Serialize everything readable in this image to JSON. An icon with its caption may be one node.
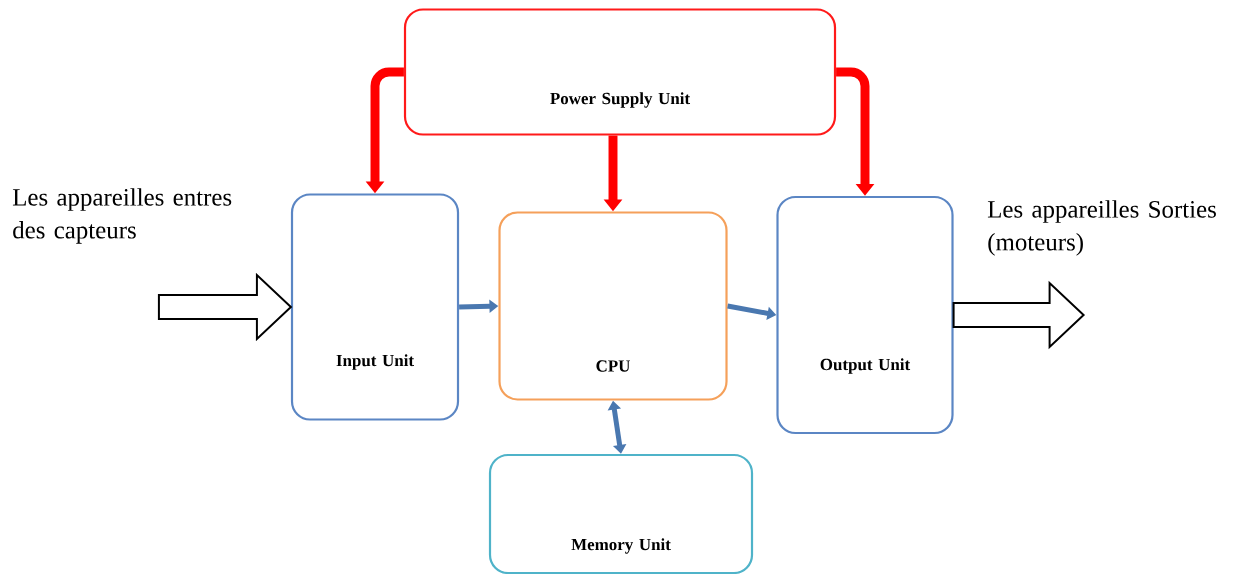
{
  "diagram": {
    "nodes": [
      {
        "text": [
          "Power Supply Unit"
        ]
      },
      {
        "text": [
          "Input Unit"
        ]
      },
      {
        "text": [
          "CPU"
        ]
      },
      {
        "text": [
          "Output Unit"
        ]
      },
      {
        "text": [
          "Memory Unit"
        ]
      }
    ],
    "edges": [
      {
        "from": 0,
        "to": 1,
        "arrow": "to",
        "style": "thick",
        "color": "#ff0000"
      },
      {
        "from": 0,
        "to": 2,
        "arrow": "to",
        "style": "thick",
        "color": "#ff0000"
      },
      {
        "from": 0,
        "to": 3,
        "arrow": "to",
        "style": "thick",
        "color": "#ff0000"
      },
      {
        "from": 1,
        "to": 2,
        "arrow": "to",
        "color": "#4a78b0"
      },
      {
        "from": 2,
        "to": 3,
        "arrow": "to",
        "color": "#4a78b0"
      },
      {
        "from": 2,
        "to": 4,
        "arrow": "both",
        "color": "#4a78b0"
      },
      {
        "from": null,
        "to": 1,
        "arrow": "to",
        "color": "#000000"
      },
      {
        "from": 3,
        "to": null,
        "arrow": "to",
        "color": "#000000"
      }
    ],
    "labels": [
      "Les appareilles entres des capteurs",
      "Les appareilles Sorties (moteurs)"
    ]
  }
}
